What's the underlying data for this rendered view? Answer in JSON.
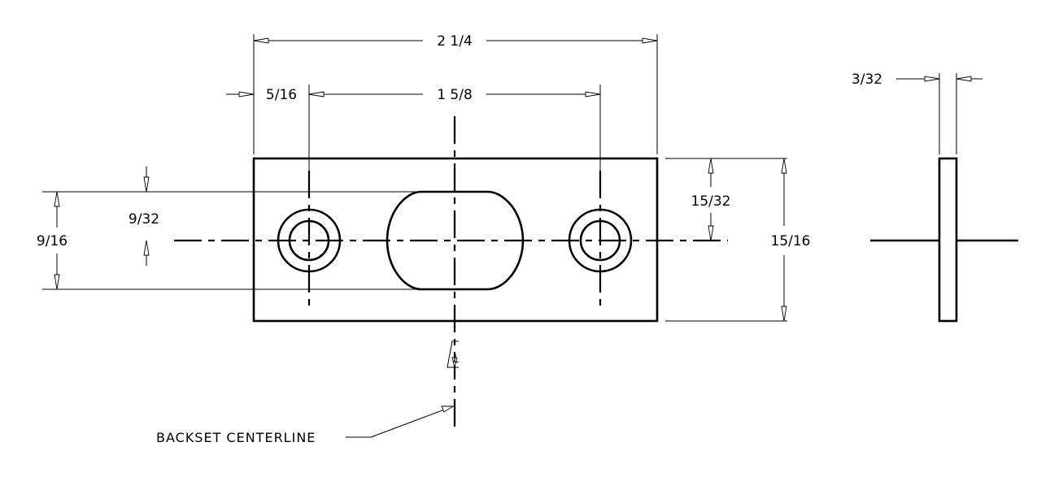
{
  "dimensions": {
    "overall_width": "2 1/4",
    "edge_to_hole": "5/16",
    "hole_to_hole": "1 5/8",
    "thickness": "3/32",
    "slot_height": "9/16",
    "hole_offset": "9/32",
    "center_to_edge": "15/32",
    "overall_height": "15/16"
  },
  "centerline_symbol": "L",
  "notes": {
    "backset_centerline": "BACKSET CENTERLINE"
  }
}
